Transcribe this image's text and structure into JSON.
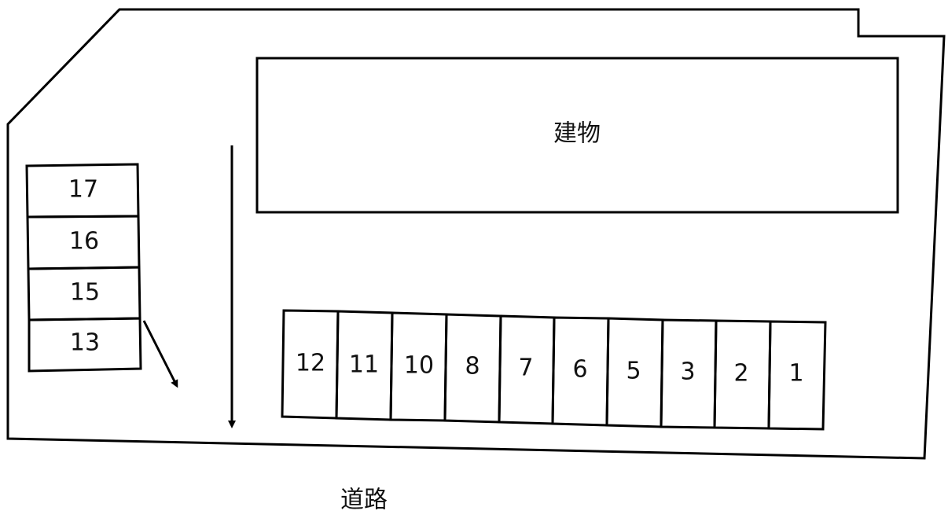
{
  "building": {
    "label": "建物"
  },
  "road": {
    "label": "道路"
  },
  "left_spaces": [
    {
      "label": "17"
    },
    {
      "label": "16"
    },
    {
      "label": "15"
    },
    {
      "label": "13"
    }
  ],
  "bottom_spaces": [
    {
      "label": "12"
    },
    {
      "label": "11"
    },
    {
      "label": "10"
    },
    {
      "label": "8"
    },
    {
      "label": "7"
    },
    {
      "label": "6"
    },
    {
      "label": "5"
    },
    {
      "label": "3"
    },
    {
      "label": "2"
    },
    {
      "label": "1"
    }
  ],
  "colors": {
    "stroke": "#000000",
    "background": "#ffffff"
  }
}
